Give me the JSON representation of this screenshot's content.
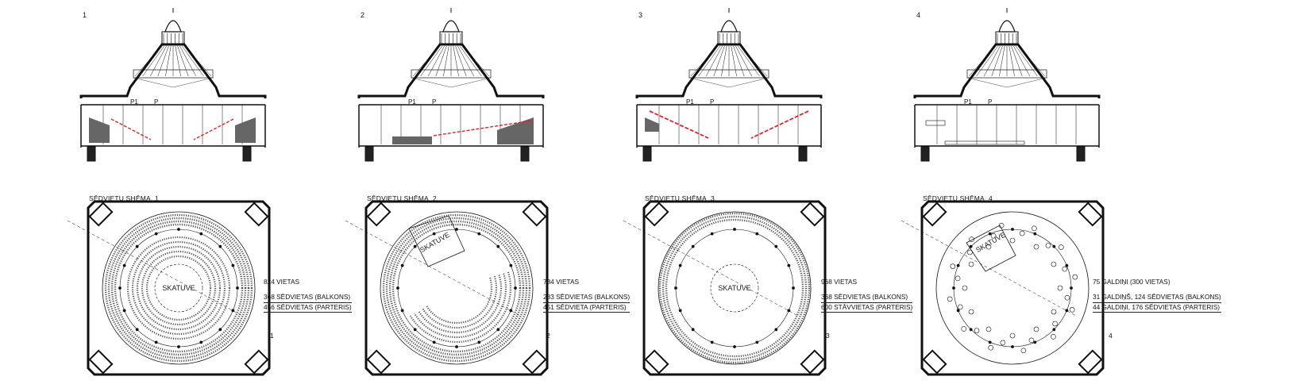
{
  "panels": [
    {
      "number": "1",
      "scheme_title": "SĒDVIETU SHĒMA",
      "scheme_number": "1",
      "stage_label": "SKATUVE",
      "total": "824 VIETAS",
      "lines": [
        "368 SĒDVIETAS (BALKONS)",
        "456 SĒDVIETAS (PARTERIS)"
      ],
      "marker": "1",
      "layout": "full-ring"
    },
    {
      "number": "2",
      "scheme_title": "SĒDVIETU SHĒMA",
      "scheme_number": "2",
      "stage_label": "SKATUVE",
      "total": "734 VIETAS",
      "lines": [
        "283 SĒDVIETAS (BALKONS)",
        "451 SĒDVIETA  (PARTERIS)"
      ],
      "marker": "2",
      "layout": "corner-stage"
    },
    {
      "number": "3",
      "scheme_title": "SĒDVIETU SHĒMA",
      "scheme_number": "3",
      "stage_label": "SKATUVE",
      "total": "968 VIETAS",
      "lines": [
        "368 SĒDVIETAS (BALKONS)",
        "600 STĀVVIETAS  (PARTERIS)"
      ],
      "marker": "3",
      "layout": "standing"
    },
    {
      "number": "4",
      "scheme_title": "SĒDVIETU SHĒMA",
      "scheme_number": "4",
      "stage_label": "SKATUVE",
      "total": "75 GALDIŅI (300 VIETAS)",
      "lines": [
        "31 GALDIŅŠ, 124 SĒDVIETAS (BALKONS)",
        "44 GALDIŅI,  176 SĒDVIETAS (PARTERIS)"
      ],
      "marker": "4",
      "layout": "tables"
    }
  ],
  "colors": {
    "line": "#111111",
    "seat": "#555555",
    "accent_red": "#d9262b",
    "fill_dark": "#666666"
  }
}
